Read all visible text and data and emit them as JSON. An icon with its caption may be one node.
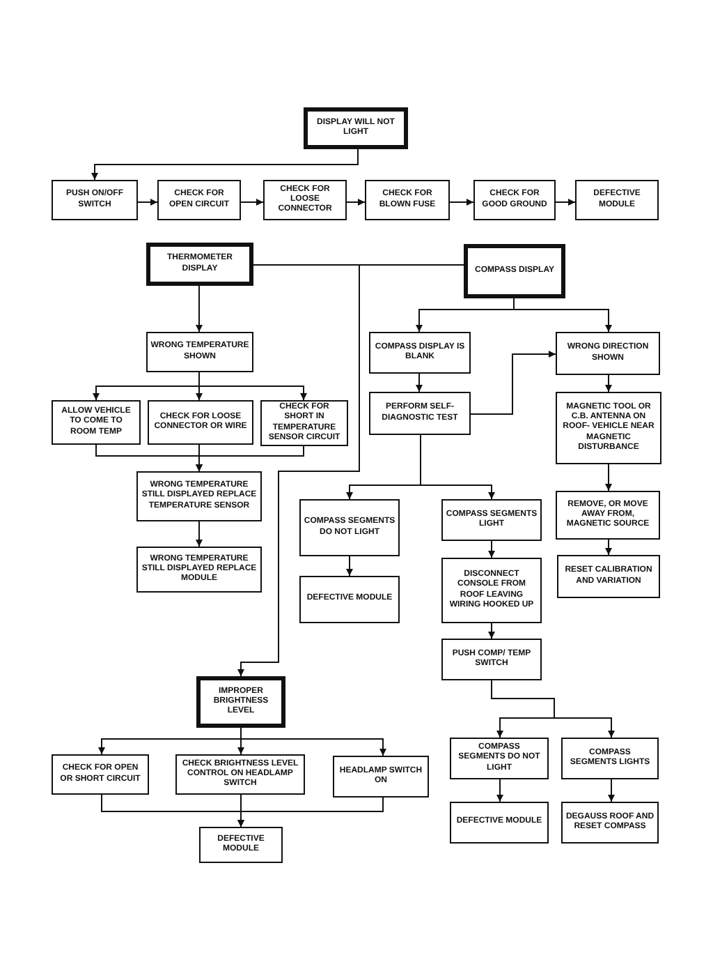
{
  "diagram": {
    "nodes": [
      {
        "text": [
          "DISPLAY WILL NOT LIGHT"
        ]
      },
      {
        "text": [
          "PUSH ON/OFF SWITCH"
        ]
      },
      {
        "text": [
          "CHECK FOR OPEN CIRCUIT"
        ]
      },
      {
        "text": [
          "CHECK FOR LOOSE CONNECTOR"
        ]
      },
      {
        "text": [
          "CHECK FOR BLOWN FUSE"
        ]
      },
      {
        "text": [
          "CHECK FOR GOOD GROUND"
        ]
      },
      {
        "text": [
          "DEFECTIVE MODULE"
        ]
      },
      {
        "text": [
          "THERMOMETER DISPLAY"
        ]
      },
      {
        "text": [
          "COMPASS DISPLAY"
        ]
      },
      {
        "text": [
          "WRONG TEMPERATURE SHOWN"
        ]
      },
      {
        "text": [
          "ALLOW VEHICLE TO COME TO ROOM TEMP"
        ]
      },
      {
        "text": [
          "CHECK FOR LOOSE CONNECTOR OR WIRE"
        ]
      },
      {
        "text": [
          "CHECK FOR SHORT IN TEMPERATURE SENSOR CIRCUIT"
        ]
      },
      {
        "text": [
          "WRONG TEMPERATURE STILL DISPLAYED REPLACE TEMPERATURE SENSOR"
        ]
      },
      {
        "text": [
          "WRONG TEMPERATURE STILL DISPLAYED REPLACE MODULE"
        ]
      },
      {
        "text": [
          "COMPASS DISPLAY IS BLANK"
        ]
      },
      {
        "text": [
          "WRONG DIRECTION SHOWN"
        ]
      },
      {
        "text": [
          "PERFORM SELF-DIAGNOSTIC TEST"
        ]
      },
      {
        "text": [
          "MAGNETIC TOOL OR C.B. ANTENNA ON ROOF- VEHICLE NEAR MAGNETIC DISTURBANCE"
        ]
      },
      {
        "text": [
          "REMOVE, OR MOVE AWAY FROM, MAGNETIC SOURCE"
        ]
      },
      {
        "text": [
          "RESET CALIBRATION AND VARIATION"
        ]
      },
      {
        "text": [
          "COMPASS SEGMENTS DO NOT LIGHT"
        ]
      },
      {
        "text": [
          "COMPASS SEGMENTS LIGHT"
        ]
      },
      {
        "text": [
          "DEFECTIVE MODULE"
        ]
      },
      {
        "text": [
          "DISCONNECT CONSOLE FROM ROOF LEAVING WIRING HOOKED UP"
        ]
      },
      {
        "text": [
          "PUSH COMP/ TEMP SWITCH"
        ]
      },
      {
        "text": [
          "COMPASS SEGMENTS DO NOT LIGHT"
        ]
      },
      {
        "text": [
          "COMPASS SEGMENTS LIGHTS"
        ]
      },
      {
        "text": [
          "DEFECTIVE MODULE"
        ]
      },
      {
        "text": [
          "DEGAUSS ROOF AND RESET COMPASS"
        ]
      },
      {
        "text": [
          "IMPROPER BRIGHTNESS LEVEL"
        ]
      },
      {
        "text": [
          "CHECK FOR OPEN OR SHORT CIRCUIT"
        ]
      },
      {
        "text": [
          "CHECK BRIGHTNESS LEVEL CONTROL ON HEADLAMP SWITCH"
        ]
      },
      {
        "text": [
          "HEADLAMP SWITCH ON"
        ]
      },
      {
        "text": [
          "DEFECTIVE MODULE"
        ]
      }
    ],
    "edges": [
      {
        "from": 0,
        "to": 1,
        "arrow": "to"
      },
      {
        "from": 1,
        "to": 2,
        "arrow": "to"
      },
      {
        "from": 2,
        "to": 3,
        "arrow": "to"
      },
      {
        "from": 3,
        "to": 4,
        "arrow": "to"
      },
      {
        "from": 4,
        "to": 5,
        "arrow": "to"
      },
      {
        "from": 5,
        "to": 6,
        "arrow": "to"
      },
      {
        "from": 7,
        "to": 8,
        "arrow": "none"
      },
      {
        "from": 7,
        "to": 30,
        "arrow": "to"
      },
      {
        "from": 7,
        "to": 9,
        "arrow": "to"
      },
      {
        "from": 9,
        "to": 10,
        "arrow": "to"
      },
      {
        "from": 9,
        "to": 11,
        "arrow": "to"
      },
      {
        "from": 9,
        "to": 12,
        "arrow": "to"
      },
      {
        "from": 10,
        "to": 13,
        "arrow": "to"
      },
      {
        "from": 11,
        "to": 13,
        "arrow": "to"
      },
      {
        "from": 12,
        "to": 13,
        "arrow": "to"
      },
      {
        "from": 13,
        "to": 14,
        "arrow": "to"
      },
      {
        "from": 8,
        "to": 15,
        "arrow": "to"
      },
      {
        "from": 8,
        "to": 16,
        "arrow": "to"
      },
      {
        "from": 15,
        "to": 17,
        "arrow": "to"
      },
      {
        "from": 16,
        "to": 18,
        "arrow": "to"
      },
      {
        "from": 18,
        "to": 19,
        "arrow": "to"
      },
      {
        "from": 19,
        "to": 20,
        "arrow": "to"
      },
      {
        "from": 17,
        "to": 16,
        "arrow": "to"
      },
      {
        "from": 17,
        "to": 21,
        "arrow": "to"
      },
      {
        "from": 17,
        "to": 22,
        "arrow": "to"
      },
      {
        "from": 21,
        "to": 23,
        "arrow": "to"
      },
      {
        "from": 22,
        "to": 24,
        "arrow": "to"
      },
      {
        "from": 24,
        "to": 25,
        "arrow": "to"
      },
      {
        "from": 25,
        "to": 26,
        "arrow": "to"
      },
      {
        "from": 25,
        "to": 27,
        "arrow": "to"
      },
      {
        "from": 26,
        "to": 28,
        "arrow": "to"
      },
      {
        "from": 27,
        "to": 29,
        "arrow": "to"
      },
      {
        "from": 30,
        "to": 31,
        "arrow": "to"
      },
      {
        "from": 30,
        "to": 32,
        "arrow": "to"
      },
      {
        "from": 30,
        "to": 33,
        "arrow": "to"
      },
      {
        "from": 31,
        "to": 34,
        "arrow": "to"
      },
      {
        "from": 32,
        "to": 34,
        "arrow": "to"
      },
      {
        "from": 33,
        "to": 34,
        "arrow": "to"
      }
    ]
  }
}
